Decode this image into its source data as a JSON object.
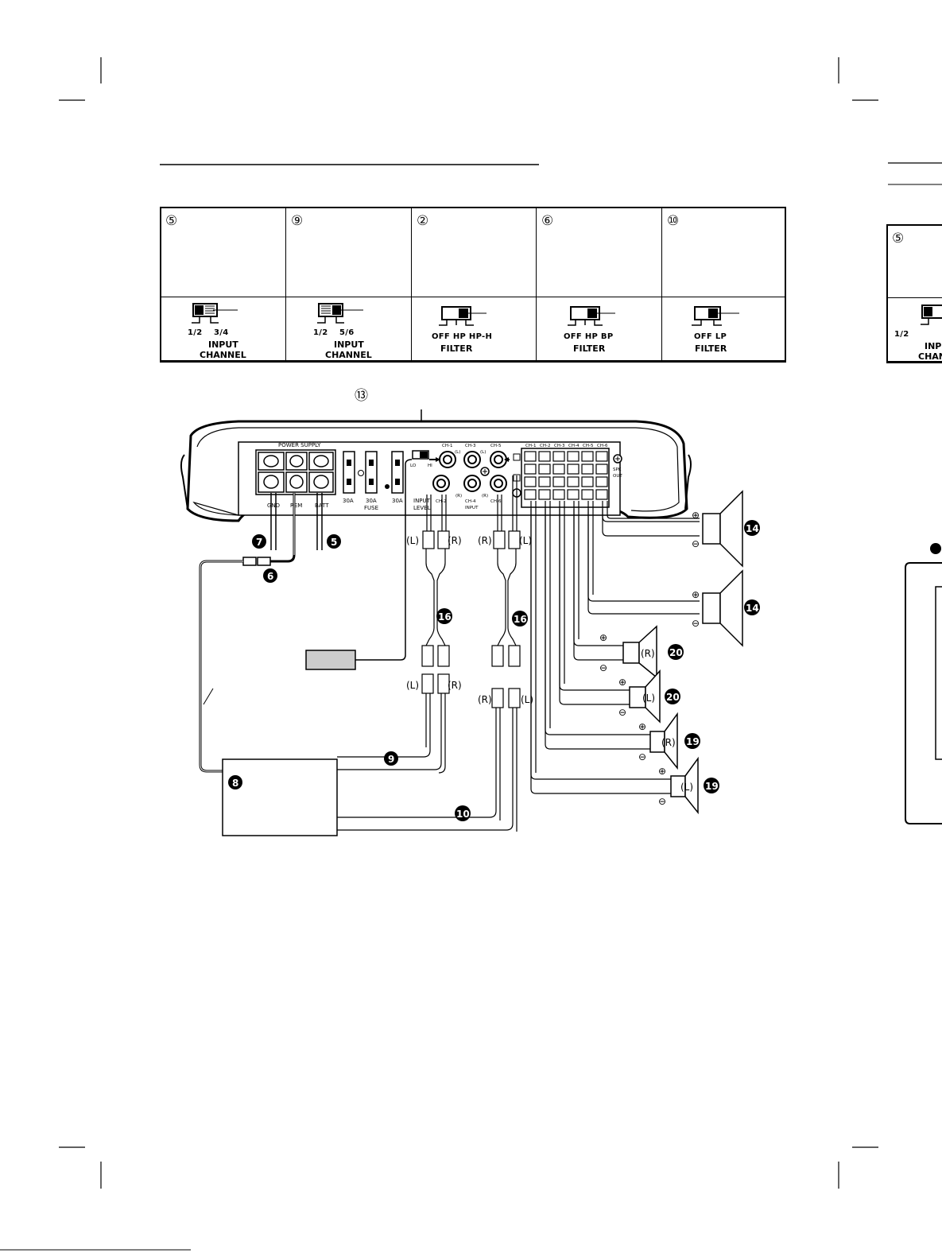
{
  "settings_table": {
    "cells": [
      {
        "num": "⑤",
        "left": "1/2",
        "right": "3/4",
        "title_line1": "INPUT",
        "title_line2": "CHANNEL"
      },
      {
        "num": "⑨",
        "left": "1/2",
        "right": "5/6",
        "title_line1": "INPUT",
        "title_line2": "CHANNEL"
      },
      {
        "num": "②",
        "opts": "OFF  HP  HP-H",
        "title_line1": "FILTER"
      },
      {
        "num": "⑥",
        "opts": "OFF  HP  BP",
        "title_line1": "FILTER"
      },
      {
        "num": "⑩",
        "opts": "OFF   LP",
        "title_line1": "FILTER"
      }
    ],
    "partial_cell": {
      "num": "⑤",
      "left": "1/2",
      "title_line1": "INP",
      "title_line2": "CHAN"
    }
  },
  "diagram": {
    "callout_13": "⑬",
    "amp_labels": {
      "power_supply": "POWER SUPPLY",
      "gnd": "GND",
      "rem": "REM",
      "batt": "BATT",
      "fuse1": "30A",
      "fuse2_line1": "30A",
      "fuse2_line2": "FUSE",
      "fuse3": "30A",
      "input_level_line1": "INPUT",
      "input_level_line2": "LEVEL",
      "lo": "LO",
      "hi": "HI",
      "ch1": "CH-1",
      "ch3": "CH-3",
      "ch5": "CH-5",
      "ch2": "CH-2",
      "ch4": "CH-4",
      "ch6": "CH-6",
      "l": "(L)",
      "r": "(R)",
      "input": "INPUT",
      "spk_out_ch": [
        "CH-1",
        "CH-2",
        "CH-3",
        "CH-4",
        "CH-5",
        "CH-6"
      ],
      "spk_out_line1": "SPK",
      "spk_out_line2": "OUT"
    },
    "plug_labels": {
      "L": "(L)",
      "R": "(R)"
    },
    "callouts": {
      "c7": "7",
      "c5": "5",
      "c6": "6",
      "c16a": "16",
      "c16b": "16",
      "c8": "8",
      "c9": "9",
      "c10": "10",
      "c14a": "14",
      "c14b": "14",
      "c20a": "20",
      "c20b": "20",
      "c19a": "19",
      "c19b": "19"
    },
    "speaker_labels": {
      "s3": "(R)",
      "s4": "(L)",
      "s5": "(R)",
      "s6": "(L)"
    },
    "plus": "⊕",
    "minus": "⊖"
  }
}
